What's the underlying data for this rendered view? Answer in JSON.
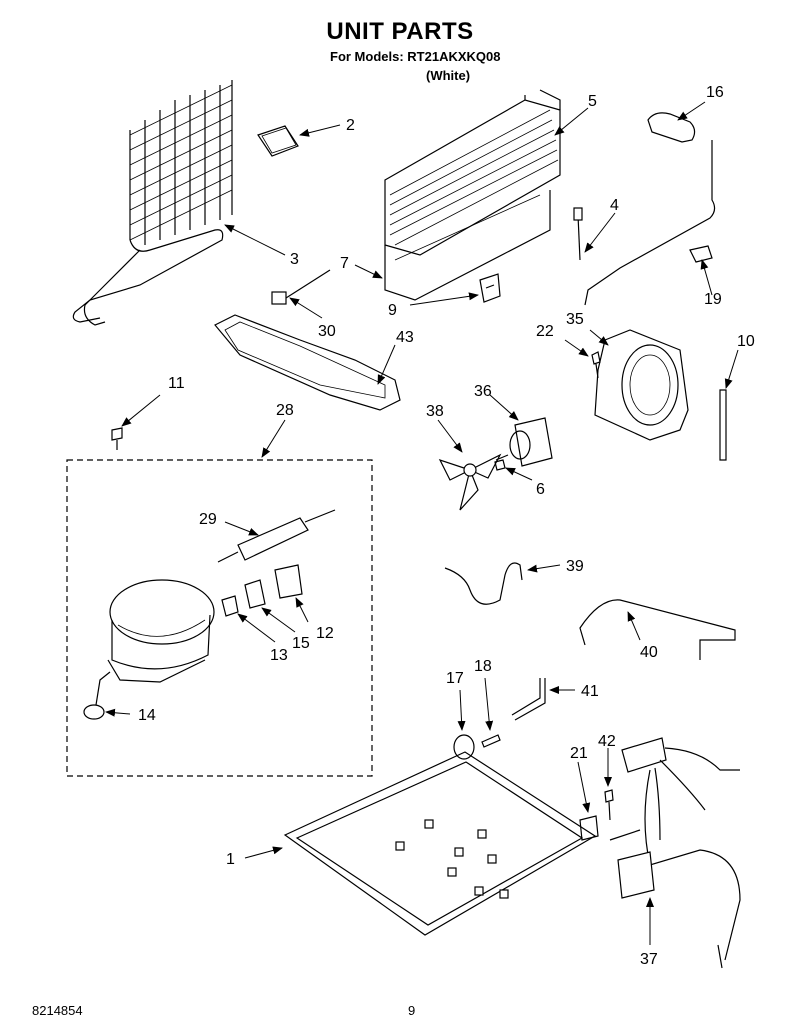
{
  "header": {
    "title": "UNIT PARTS",
    "subtitle": "For Models: RT21AKXKQ08",
    "variant": "(White)"
  },
  "footer": {
    "doc_number": "8214854",
    "page_number": "9"
  },
  "callouts": [
    {
      "id": "c1",
      "label": "1"
    },
    {
      "id": "c2",
      "label": "2"
    },
    {
      "id": "c3",
      "label": "3"
    },
    {
      "id": "c4",
      "label": "4"
    },
    {
      "id": "c5",
      "label": "5"
    },
    {
      "id": "c6",
      "label": "6"
    },
    {
      "id": "c7",
      "label": "7"
    },
    {
      "id": "c9",
      "label": "9"
    },
    {
      "id": "c10",
      "label": "10"
    },
    {
      "id": "c11",
      "label": "11"
    },
    {
      "id": "c12",
      "label": "12"
    },
    {
      "id": "c13",
      "label": "13"
    },
    {
      "id": "c14",
      "label": "14"
    },
    {
      "id": "c15",
      "label": "15"
    },
    {
      "id": "c16",
      "label": "16"
    },
    {
      "id": "c17",
      "label": "17"
    },
    {
      "id": "c18",
      "label": "18"
    },
    {
      "id": "c19",
      "label": "19"
    },
    {
      "id": "c21",
      "label": "21"
    },
    {
      "id": "c22",
      "label": "22"
    },
    {
      "id": "c28",
      "label": "28"
    },
    {
      "id": "c29",
      "label": "29"
    },
    {
      "id": "c30",
      "label": "30"
    },
    {
      "id": "c35",
      "label": "35"
    },
    {
      "id": "c36",
      "label": "36"
    },
    {
      "id": "c37",
      "label": "37"
    },
    {
      "id": "c38",
      "label": "38"
    },
    {
      "id": "c39",
      "label": "39"
    },
    {
      "id": "c40",
      "label": "40"
    },
    {
      "id": "c41",
      "label": "41"
    },
    {
      "id": "c42",
      "label": "42"
    },
    {
      "id": "c43",
      "label": "43"
    }
  ]
}
